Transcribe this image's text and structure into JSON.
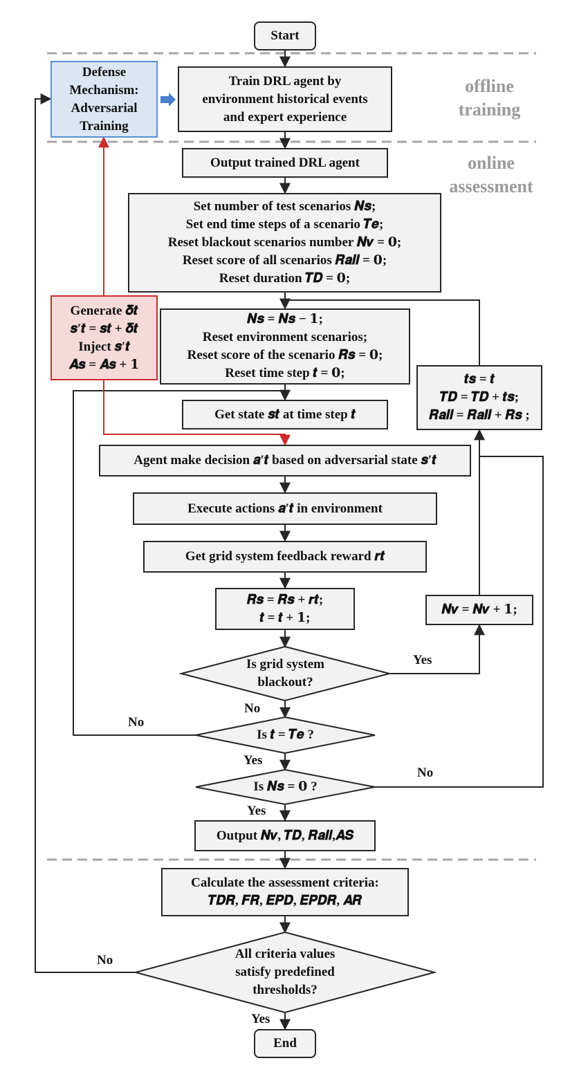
{
  "colors": {
    "line": "#262626",
    "red": "#cc2b2b",
    "blue": "#5b8fd6",
    "dash": "#a6a6a6",
    "section": "#9a9a9a"
  },
  "sections": {
    "offline": [
      "offline",
      "training"
    ],
    "online": [
      "online",
      "assessment"
    ]
  },
  "nodes": {
    "start": "Start",
    "defense": [
      "Defense",
      "Mechanism:",
      "Adversarial",
      "Training"
    ],
    "train": [
      "Train DRL agent by",
      "environment historical events",
      "and expert experience"
    ],
    "output_agent": "Output trained DRL agent",
    "setup": [
      "Set number of test scenarios 𝑵𝒔;",
      "Set end time steps of a scenario 𝑻𝒆;",
      "Reset blackout scenarios number 𝑵𝒗 = 𝟎;",
      "Reset score of all scenarios 𝑹𝒂𝒍𝒍 = 𝟎;",
      "Reset duration 𝑻𝑫 = 𝟎;"
    ],
    "generate": [
      "Generate 𝜹𝒕",
      "𝒔′𝒕 = 𝒔𝒕 + 𝜹𝒕",
      "Inject 𝒔′𝒕",
      "𝑨𝒔 = 𝑨𝒔 + 𝟏"
    ],
    "reset_scenario": [
      "𝑵𝒔 = 𝑵𝒔 − 𝟏;",
      "Reset environment scenarios;",
      "Reset score of the scenario 𝑹𝒔 = 𝟎;",
      "Reset time step 𝒕 = 𝟎;"
    ],
    "update": [
      "𝒕𝒔 = 𝒕",
      "𝑻𝑫 = 𝑻𝑫 + 𝒕𝒔;",
      "𝑹𝒂𝒍𝒍 = 𝑹𝒂𝒍𝒍 + 𝑹𝒔 ;"
    ],
    "get_state": "Get state 𝒔𝒕 at time step 𝒕",
    "decision": "Agent make decision 𝒂′𝒕 based on adversarial state 𝒔′𝒕",
    "execute": "Execute actions 𝒂′𝒕  in environment",
    "feedback": "Get grid system feedback reward 𝒓𝒕",
    "reward_update": [
      "𝑹𝒔 = 𝑹𝒔 + 𝒓𝒕;",
      "𝒕 = 𝒕 + 𝟏;"
    ],
    "nv_update": "𝑵𝒗 = 𝑵𝒗 + 𝟏;",
    "blackout": [
      "Is grid system",
      "blackout?"
    ],
    "t_check": "Is 𝒕 = 𝑻𝒆 ?",
    "ns_check": "Is 𝑵𝒔 = 𝟎 ?",
    "output_results": "Output 𝑵𝒗, 𝑻𝑫, 𝑹𝒂𝒍𝒍,𝑨𝑺",
    "calculate": [
      "Calculate the assessment criteria:",
      "𝑻𝑫𝑹, 𝑭𝑹,  𝑬𝑷𝑫, 𝑬𝑷𝑫𝑹, 𝑨𝑹"
    ],
    "criteria": [
      "All criteria values",
      "satisfy predefined",
      "thresholds?"
    ],
    "end": "End"
  },
  "labels": {
    "blackout_yes": "Yes",
    "blackout_no": "No",
    "t_no": "No",
    "t_yes": "Yes",
    "ns_no": "No",
    "ns_yes": "Yes",
    "criteria_no": "No",
    "criteria_yes": "Yes"
  }
}
